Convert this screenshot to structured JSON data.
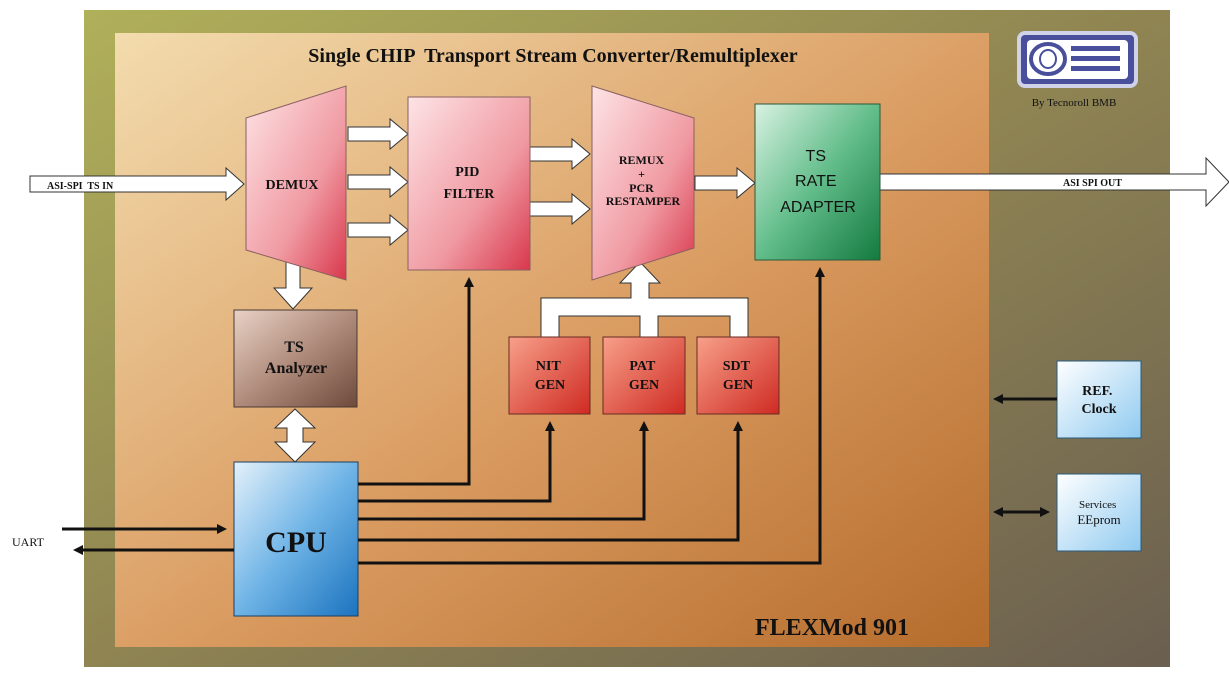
{
  "title": "Single CHIP  Transport Stream Converter/Remultiplexer",
  "product_name": "FLEXMod 901",
  "logo_caption": "By Tecnoroll BMB",
  "inputs": {
    "ts_in": "ASI-SPI  TS IN",
    "uart": "UART"
  },
  "outputs": {
    "ts_out": "ASI SPI OUT"
  },
  "blocks": {
    "demux": "DEMUX",
    "pid_filter": [
      "PID",
      "FILTER"
    ],
    "remux": [
      "REMUX",
      "+",
      "PCR",
      "RESTAMPER"
    ],
    "ts_rate_adapter": [
      "TS",
      "RATE",
      "ADAPTER"
    ],
    "ts_analyzer": [
      "TS",
      "Analyzer"
    ],
    "nit_gen": [
      "NIT",
      "GEN"
    ],
    "pat_gen": [
      "PAT",
      "GEN"
    ],
    "sdt_gen": [
      "SDT",
      "GEN"
    ],
    "cpu": "CPU",
    "ref_clock": [
      "REF.",
      "Clock"
    ],
    "services_eeprom": [
      "Services",
      "EEprom"
    ]
  },
  "colors": {
    "outer_frame": "#8a8356",
    "inner_panel": "#d69a5c",
    "pink_block": "#f2a3a8",
    "red_block": "#e0443a",
    "green_block": "#2f9a5d",
    "brown_block": "#8f6a58",
    "blue_block": "#3a92d8",
    "light_blue_block": "#a8d6f3"
  }
}
